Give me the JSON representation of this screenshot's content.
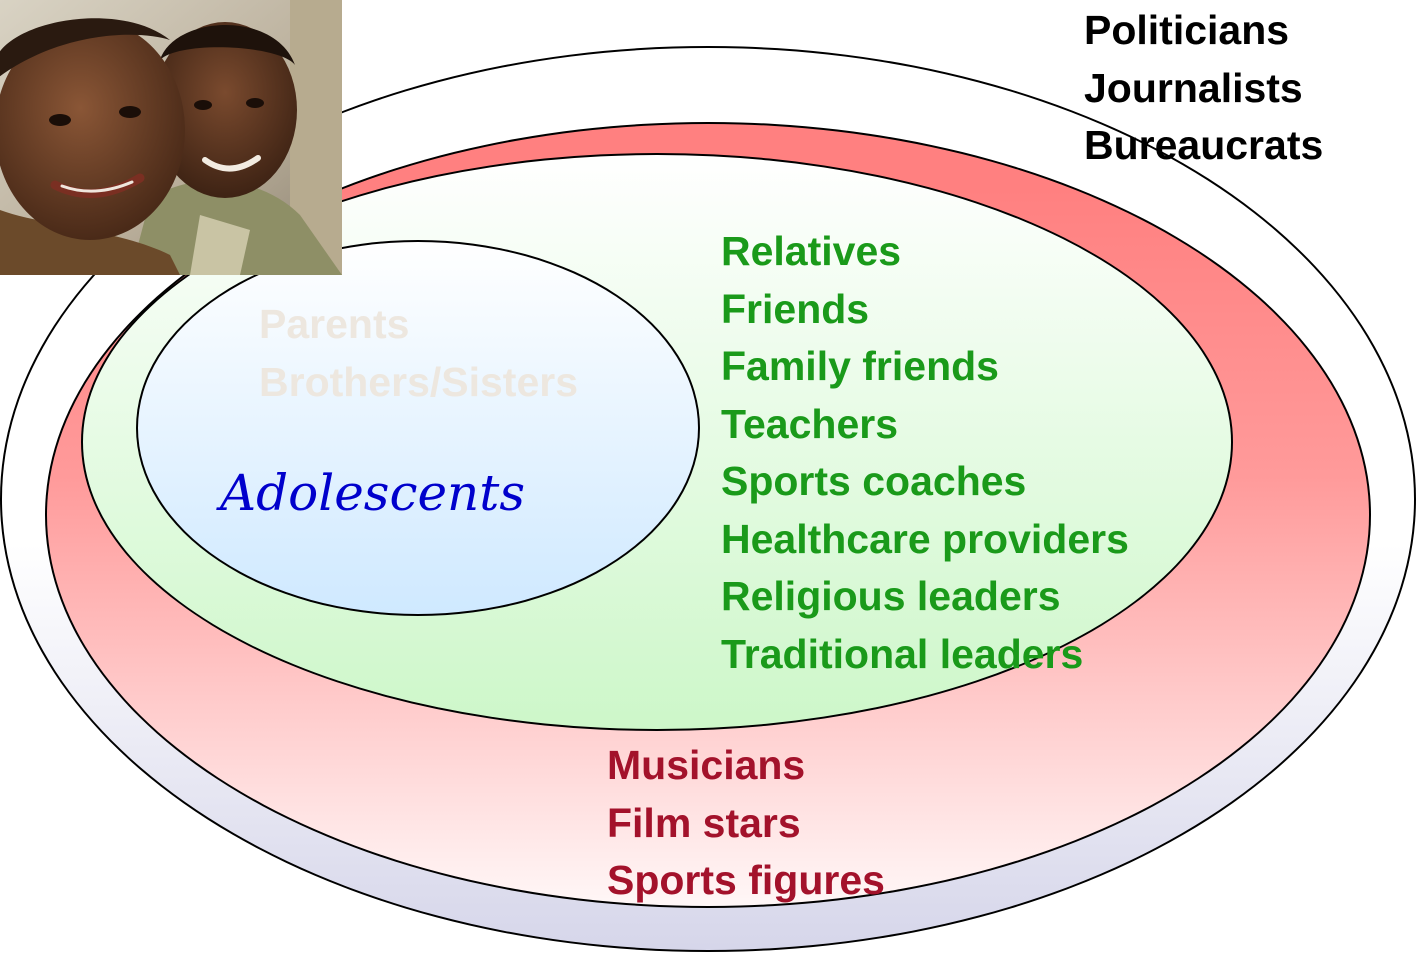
{
  "diagram": {
    "center": {
      "label": "Adolescents",
      "color": "#0000cc",
      "fill_top": "#ffffff",
      "fill_bottom": "#cfe9ff"
    },
    "family_ring": {
      "items": [
        "Parents",
        "Brothers/Sisters"
      ],
      "text_color": "#ede7df"
    },
    "community_ring": {
      "items": [
        "Relatives",
        "Friends",
        "Family friends",
        "Teachers",
        "Sports coaches",
        "Healthcare providers",
        "Religious leaders",
        "Traditional leaders"
      ],
      "text_color": "#1a9a1a",
      "fill_top": "#ffffff",
      "fill_bottom": "#cdf7c9"
    },
    "media_ring": {
      "items": [
        "Musicians",
        "Film stars",
        "Sports figures"
      ],
      "text_color": "#a3122b",
      "fill_top": "#ff8080",
      "fill_bottom": "#fff7f7"
    },
    "society_ring": {
      "items": [
        "Politicians",
        "Journalists",
        "Bureaucrats"
      ],
      "text_color": "#000000",
      "fill_top": "#ffffff",
      "fill_bottom": "#d6d6ea"
    }
  },
  "photo": {
    "subject": "mother-and-son-portrait"
  }
}
